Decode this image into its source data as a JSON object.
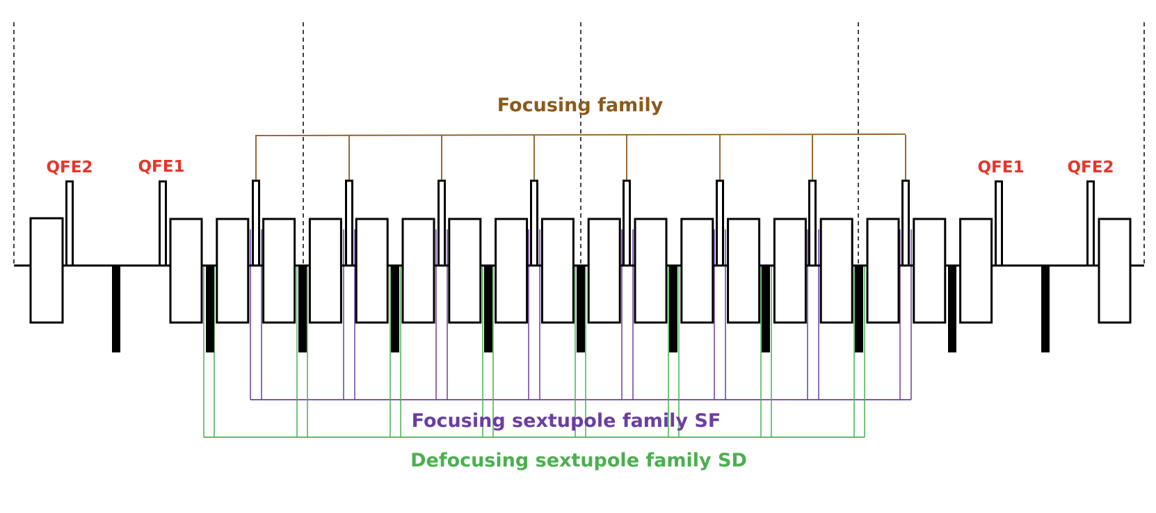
{
  "labels": {
    "focusing_family": "Focusing family",
    "sf_family": "Focusing sextupole family SF",
    "sd_family": "Defocusing sextupole family SD",
    "qfe2_left": "QFE2",
    "qfe1_left": "QFE1",
    "qfe1_right": "QFE1",
    "qfe2_right": "QFE2"
  },
  "colors": {
    "focusing_family": "#8B5A1E",
    "sf_family": "#6A3FA0",
    "sd_family": "#4CAF50",
    "qfe_labels": "#E8342A",
    "elements": "#000000"
  }
}
